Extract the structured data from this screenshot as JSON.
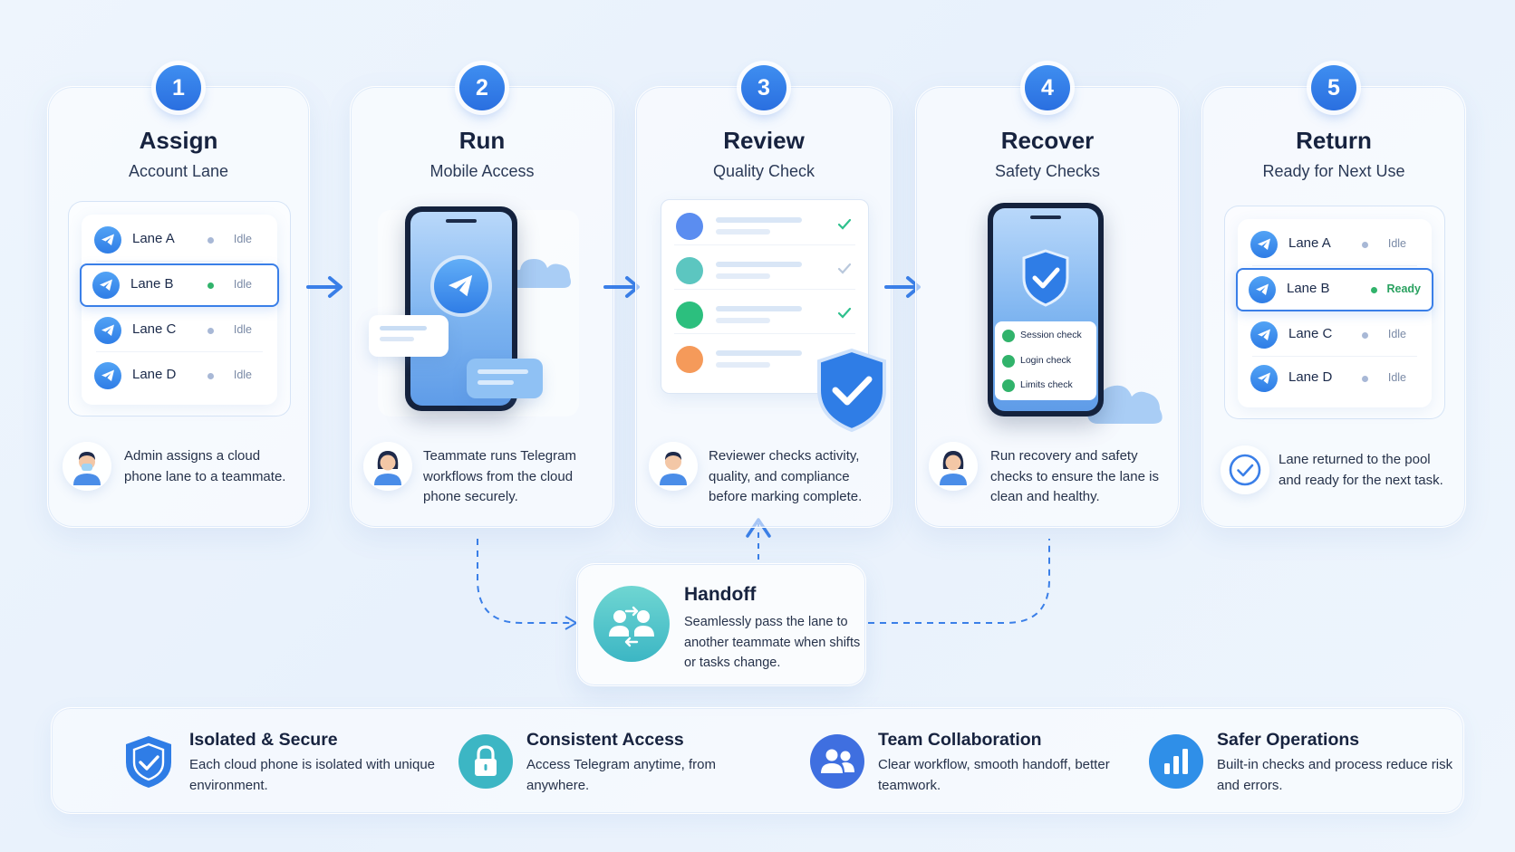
{
  "steps": [
    {
      "number": "1",
      "title": "Assign",
      "subtitle": "Account Lane",
      "description": "Admin assigns a cloud phone lane to a teammate."
    },
    {
      "number": "2",
      "title": "Run",
      "subtitle": "Mobile Access",
      "description": "Teammate runs Telegram workflows from the cloud phone securely."
    },
    {
      "number": "3",
      "title": "Review",
      "subtitle": "Quality Check",
      "description": "Reviewer checks activity, quality, and compliance before marking complete."
    },
    {
      "number": "4",
      "title": "Recover",
      "subtitle": "Safety Checks",
      "description": "Run recovery and safety checks to ensure the lane is clean and healthy."
    },
    {
      "number": "5",
      "title": "Return",
      "subtitle": "Ready for Next Use",
      "description": "Lane returned to the pool and ready for the next task."
    }
  ],
  "assign_lanes": [
    {
      "name": "Lane A",
      "status": "Idle"
    },
    {
      "name": "Lane B",
      "status": "Idle"
    },
    {
      "name": "Lane C",
      "status": "Idle"
    },
    {
      "name": "Lane D",
      "status": "Idle"
    }
  ],
  "return_lanes": [
    {
      "name": "Lane A",
      "status": "Idle"
    },
    {
      "name": "Lane B",
      "status": "Ready"
    },
    {
      "name": "Lane C",
      "status": "Idle"
    },
    {
      "name": "Lane D",
      "status": "Idle"
    }
  ],
  "safety_checks": [
    "Session check",
    "Login check",
    "Limits check"
  ],
  "handoff": {
    "title": "Handoff",
    "description": "Seamlessly pass the lane to another teammate when shifts or tasks change."
  },
  "features": [
    {
      "title": "Isolated & Secure",
      "description": "Each cloud phone is isolated with unique environment.",
      "icon": "shield-check-icon"
    },
    {
      "title": "Consistent Access",
      "description": "Access Telegram anytime, from anywhere.",
      "icon": "lock-icon"
    },
    {
      "title": "Team Collaboration",
      "description": "Clear workflow, smooth handoff, better teamwork.",
      "icon": "team-icon"
    },
    {
      "title": "Safer Operations",
      "description": "Built-in checks and process reduce risk and errors.",
      "icon": "bar-chart-icon"
    }
  ],
  "colors": {
    "accent": "#2f7de6",
    "ready": "#31b36b",
    "teal": "#3cb6c4",
    "background": "#eef5fd"
  }
}
